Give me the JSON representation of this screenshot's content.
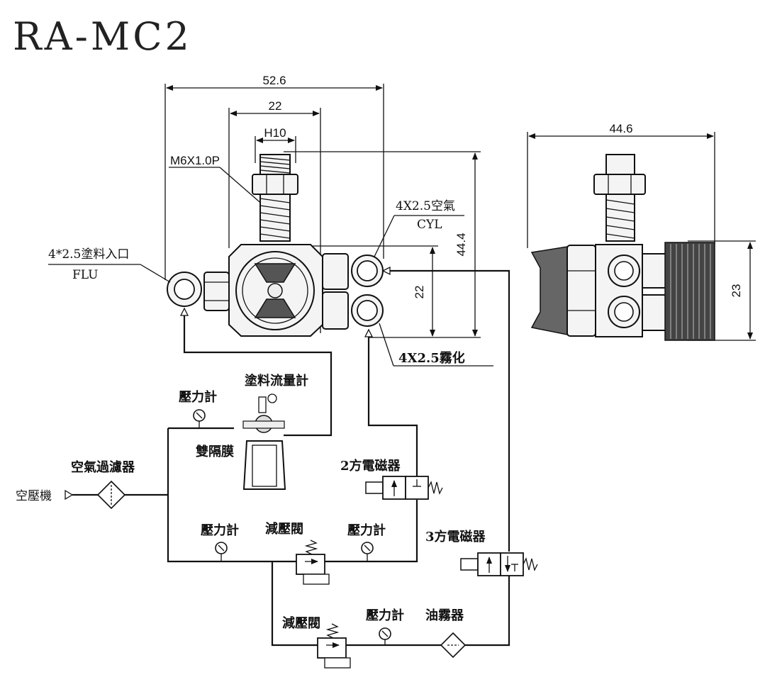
{
  "title": "RA-MC2",
  "dimensions": {
    "width_overall": "52.6",
    "width_body": "22",
    "hex_size": "H10",
    "thread": "M6X1.0P",
    "height_overall": "44.4",
    "height_ports": "22",
    "side_width": "44.6",
    "side_height": "23"
  },
  "ports": {
    "fluid_inlet": "4*2.5塗料入口",
    "fluid_code": "FLU",
    "air": "4X2.5空氣",
    "air_code": "CYL",
    "atomize": "4X2.5霧化"
  },
  "circuit": {
    "flowmeter": "塗料流量計",
    "gauge_top": "壓力計",
    "diaphragm": "雙隔膜",
    "air_filter": "空氣過濾器",
    "compressor": "空壓機",
    "valve_2way": "2方電磁器",
    "gauge_left": "壓力計",
    "regulator_top": "減壓閥",
    "gauge_right": "壓力計",
    "valve_3way": "3方電磁器",
    "regulator_bottom": "減壓閥",
    "gauge_bottom": "壓力計",
    "lubricator": "油霧器"
  }
}
